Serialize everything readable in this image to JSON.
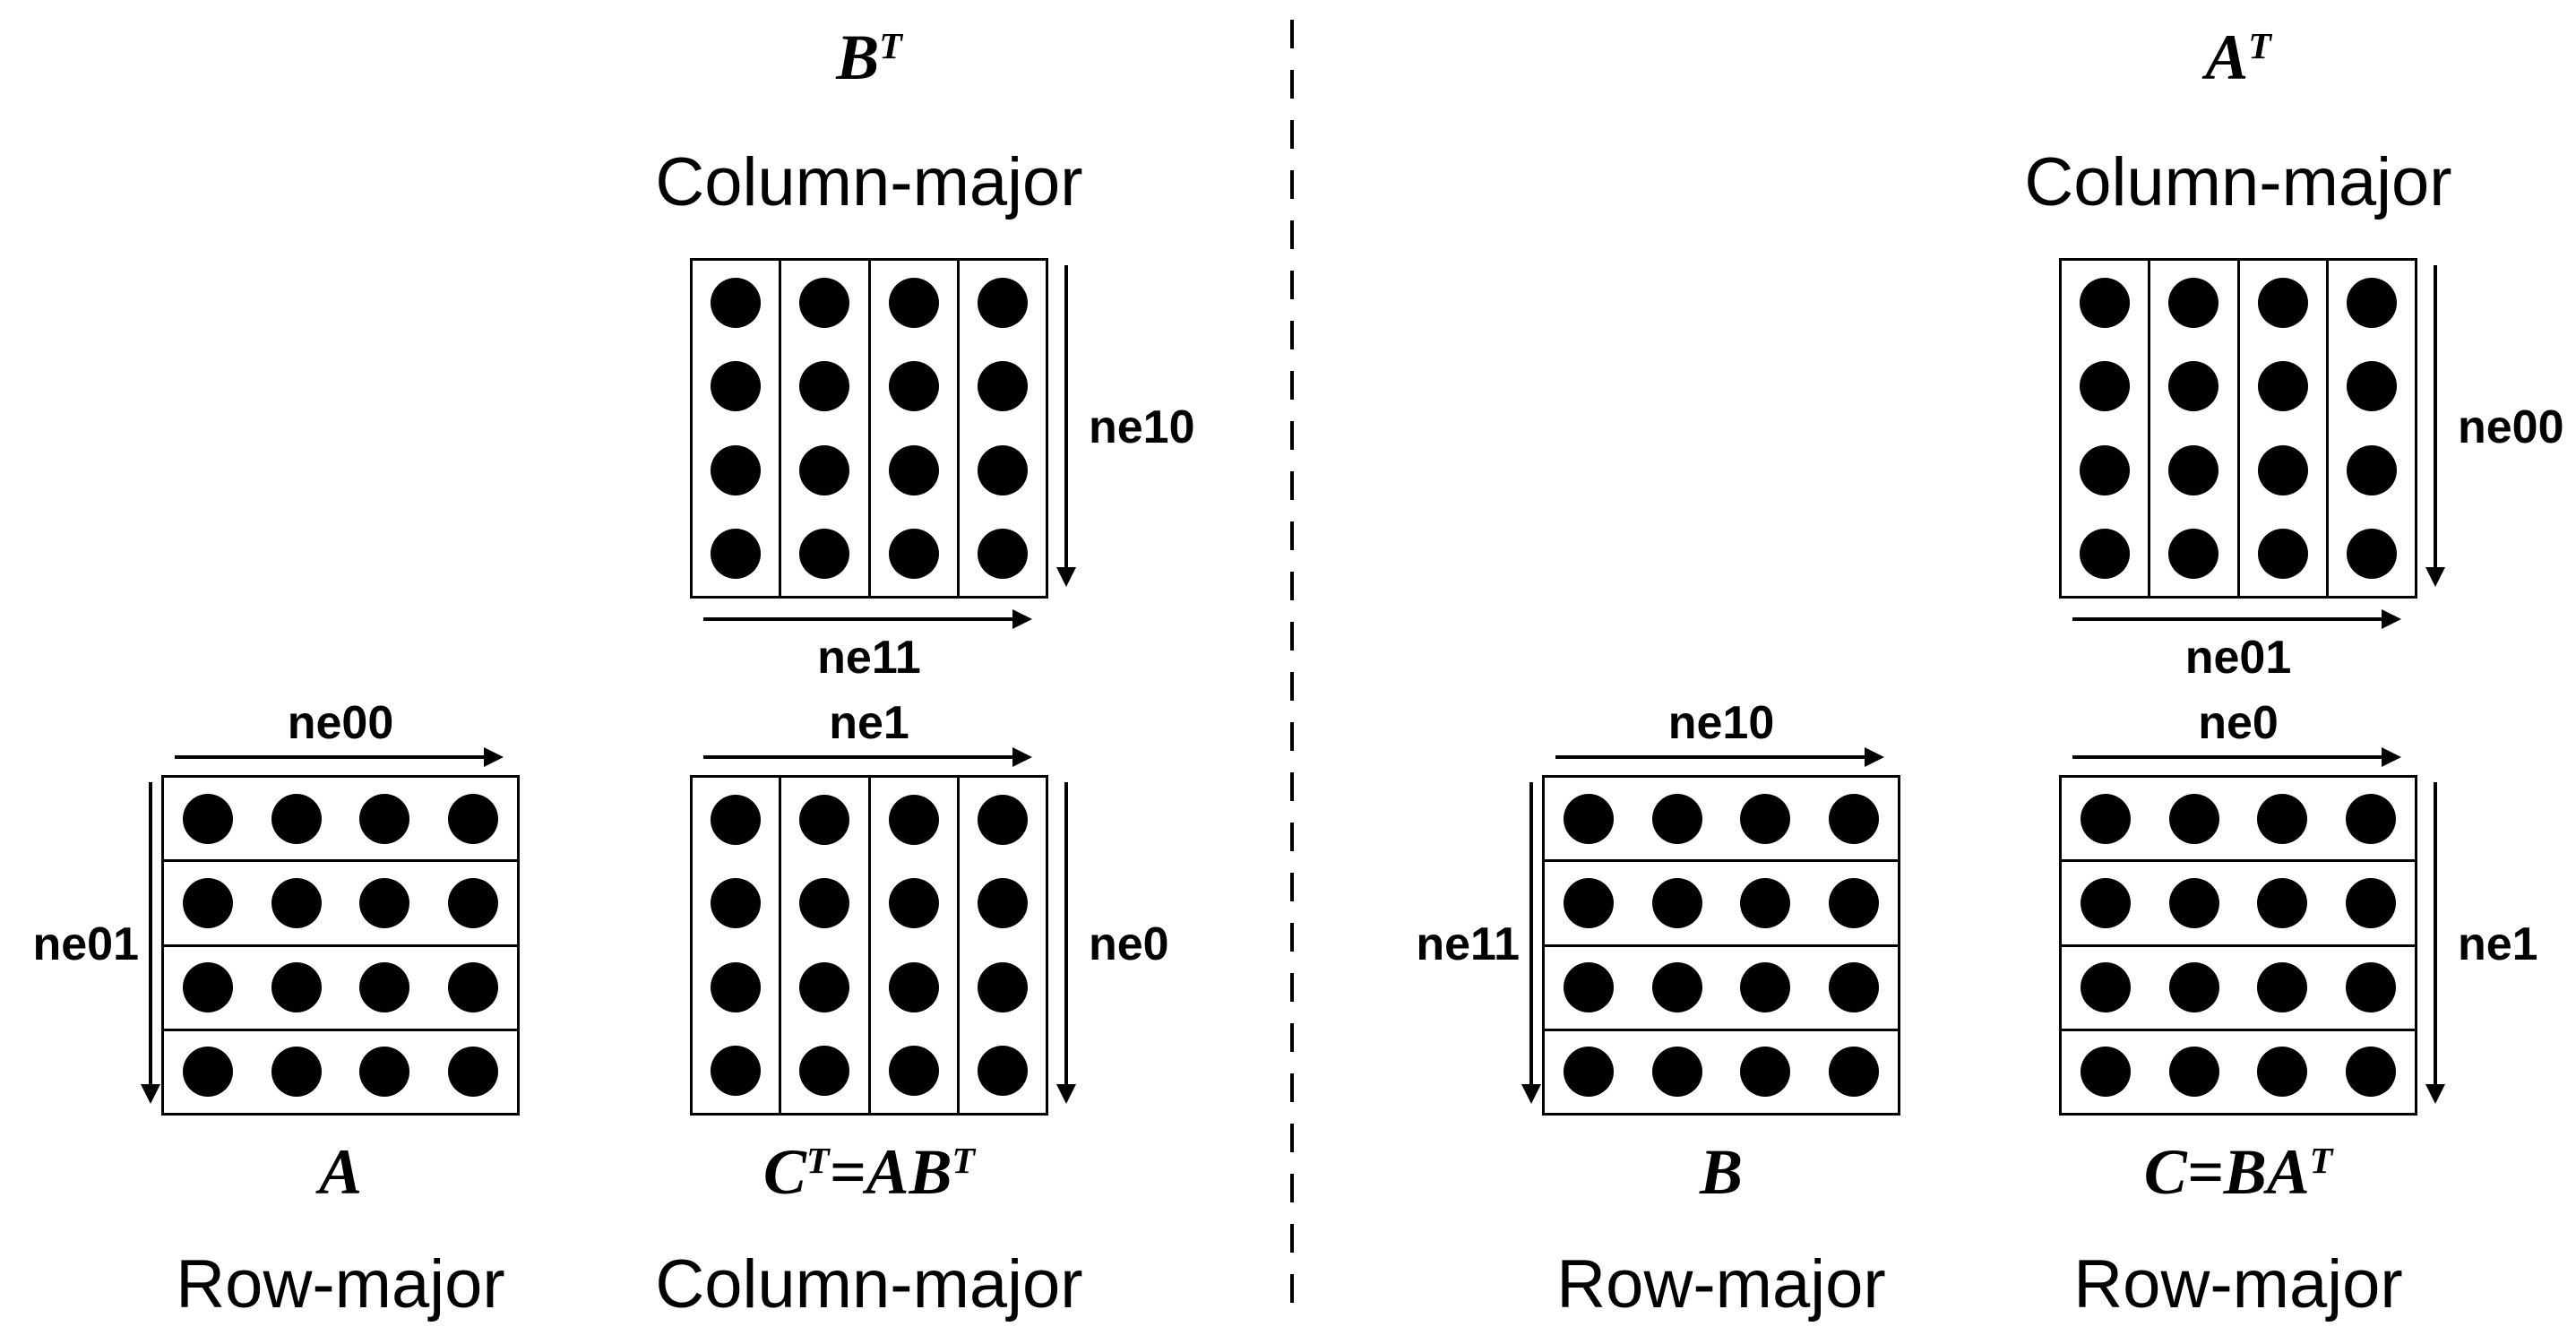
{
  "colors": {
    "ink": "#000000",
    "background": "#ffffff"
  },
  "figure": {
    "grid": {
      "strips": 4,
      "dots_per_strip": 4
    }
  },
  "matrices": {
    "bt": {
      "title": "B^T",
      "layout": "Column-major",
      "orientation": "column",
      "h_label": "ne11",
      "v_label": "ne10"
    },
    "a": {
      "title": "A",
      "layout": "Row-major",
      "orientation": "row",
      "h_label": "ne00",
      "v_label": "ne01"
    },
    "ct": {
      "title": "C^T=AB^T",
      "layout": "Column-major",
      "orientation": "column",
      "h_label": "ne1",
      "v_label": "ne0"
    },
    "at": {
      "title": "A^T",
      "layout": "Column-major",
      "orientation": "column",
      "h_label": "ne01",
      "v_label": "ne00"
    },
    "b": {
      "title": "B",
      "layout": "Row-major",
      "orientation": "row",
      "h_label": "ne10",
      "v_label": "ne11"
    },
    "c": {
      "title": "C=BA^T",
      "layout": "Row-major",
      "orientation": "row",
      "h_label": "ne0",
      "v_label": "ne1"
    }
  }
}
